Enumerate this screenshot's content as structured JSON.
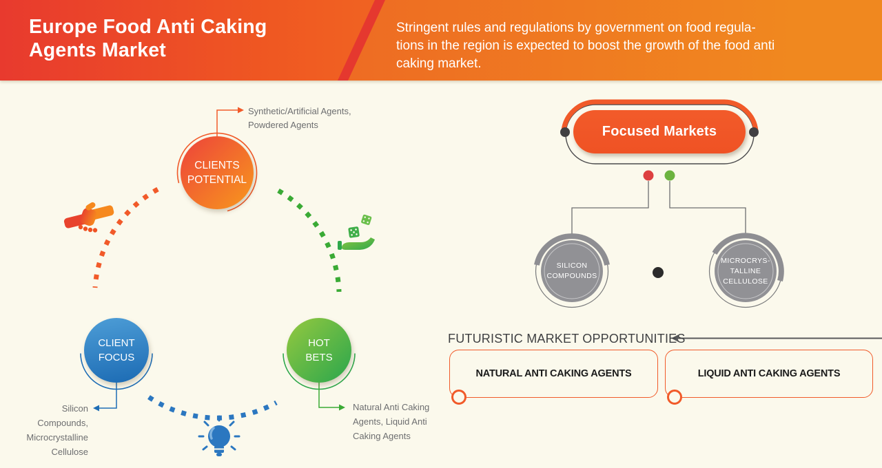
{
  "header": {
    "title": "Europe Food Anti Caking\nAgents Market",
    "subtitle": "Stringent rules and regulations by government on food regula-\ntions in the region is expected to boost the growth of the food anti\ncaking market."
  },
  "cycle": {
    "clients_potential": {
      "label": "CLIENTS\nPOTENTIAL",
      "annotation": "Synthetic/Artificial Agents,\nPowdered Agents"
    },
    "client_focus": {
      "label": "CLIENT\nFOCUS",
      "annotation": "Silicon\nCompounds,\nMicrocrystalline\nCellulose"
    },
    "hot_bets": {
      "label": "HOT\nBETS",
      "annotation": "Natural Anti Caking\nAgents, Liquid Anti\nCaking Agents"
    },
    "icons": [
      "handshake-icon",
      "dice-hand-icon",
      "lightbulb-icon"
    ]
  },
  "focused_markets": {
    "title": "Focused Markets",
    "items": [
      {
        "label": "SILICON\nCOMPOUNDS"
      },
      {
        "label": "MICROCRYS-\nTALLINE\nCELLULOSE"
      }
    ]
  },
  "opportunities": {
    "heading": "FUTURISTIC MARKET OPPORTUNITIES",
    "items": [
      {
        "label": "NATURAL ANTI CAKING AGENTS"
      },
      {
        "label": "LIQUID ANTI CAKING AGENTS"
      }
    ]
  },
  "colors": {
    "header_red": "#e8432d",
    "header_orange": "#f5861e",
    "accent_orange": "#f15a29",
    "blue": "#2b77c0",
    "green": "#3aaa35",
    "gray_circle": "#919195",
    "text_gray": "#6d6e70",
    "dark": "#414042",
    "red_dot": "#dd4040",
    "green_dot": "#6cb33f",
    "background": "#fbf9ec"
  }
}
